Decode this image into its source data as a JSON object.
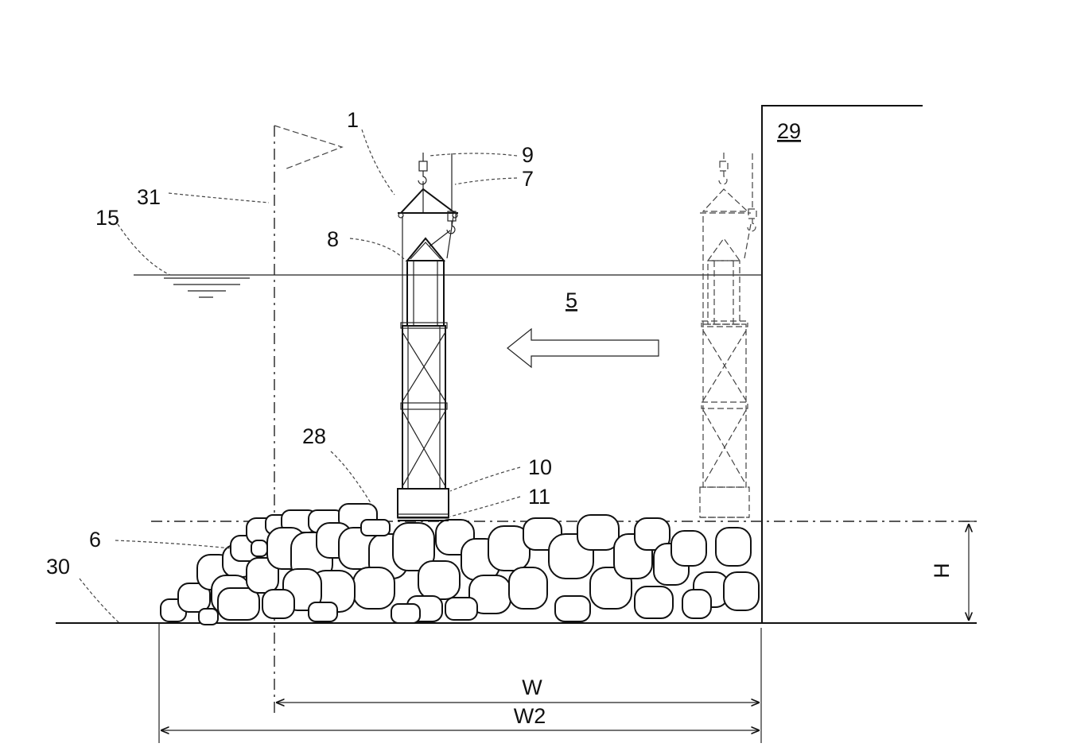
{
  "labels": {
    "crane_assembly": "1",
    "water_body": "5",
    "rubble_mound": "6",
    "wire": "7",
    "frame_top": "8",
    "hook": "9",
    "bottom_frame": "10",
    "base_plate": "11",
    "water_level": "15",
    "rubble_surface": "28",
    "quay_wall": "29",
    "seabed": "30",
    "guide_pole": "31",
    "mound_height": "H",
    "width_w": "W",
    "width_w2": "W2"
  },
  "colors": {
    "line": "#111111",
    "background": "#ffffff"
  },
  "icons": [
    "hook-icon",
    "arrow-left-icon",
    "water-level-icon",
    "flag-icon"
  ]
}
